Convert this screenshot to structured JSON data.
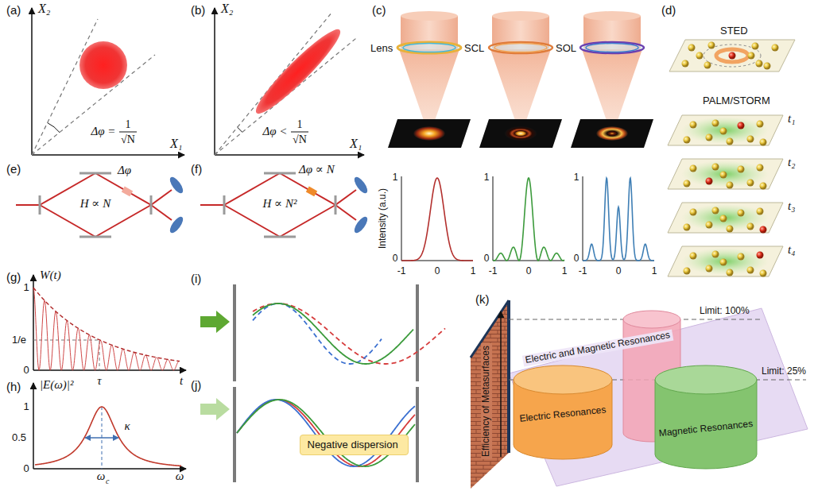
{
  "diagram": {
    "nodes": [
      {
        "text": [
          "Negative dispersion"
        ]
      }
    ],
    "labels": [
      "(a)",
      "X₂",
      "X₁",
      "Δφ =",
      "1",
      "√N",
      "(b)",
      "X₂",
      "X₁",
      "Δφ <",
      "1",
      "√N",
      "(c)",
      "Lens",
      "SCL",
      "SOL",
      "Intensity (a.u.)",
      "1",
      "0",
      "-1",
      "0",
      "1",
      "1",
      "0",
      "-1",
      "0",
      "1",
      "1",
      "0",
      "-1",
      "0",
      "1",
      "(d)",
      "STED",
      "PALM/STORM",
      "t₁",
      "t₂",
      "t₃",
      "t₄",
      "(e)",
      "Δφ",
      "H ∝ N",
      "(f)",
      "Δφ ∝ N",
      "H ∝ N²",
      "(g)",
      "W(t)",
      "1",
      "1/e",
      "0",
      "τ",
      "t",
      "(h)",
      "|E(ω)|²",
      "1",
      "0.5",
      "0",
      "κ",
      "ω",
      "c",
      "ω",
      "(i)",
      "(j)",
      "(k)",
      "Efficiency of Metasurfaces",
      "Electric and Magnetic Resonances",
      "Limit: 100%",
      "Limit: 25%",
      "Electric Resonances",
      "Magnetic Resonances"
    ]
  }
}
